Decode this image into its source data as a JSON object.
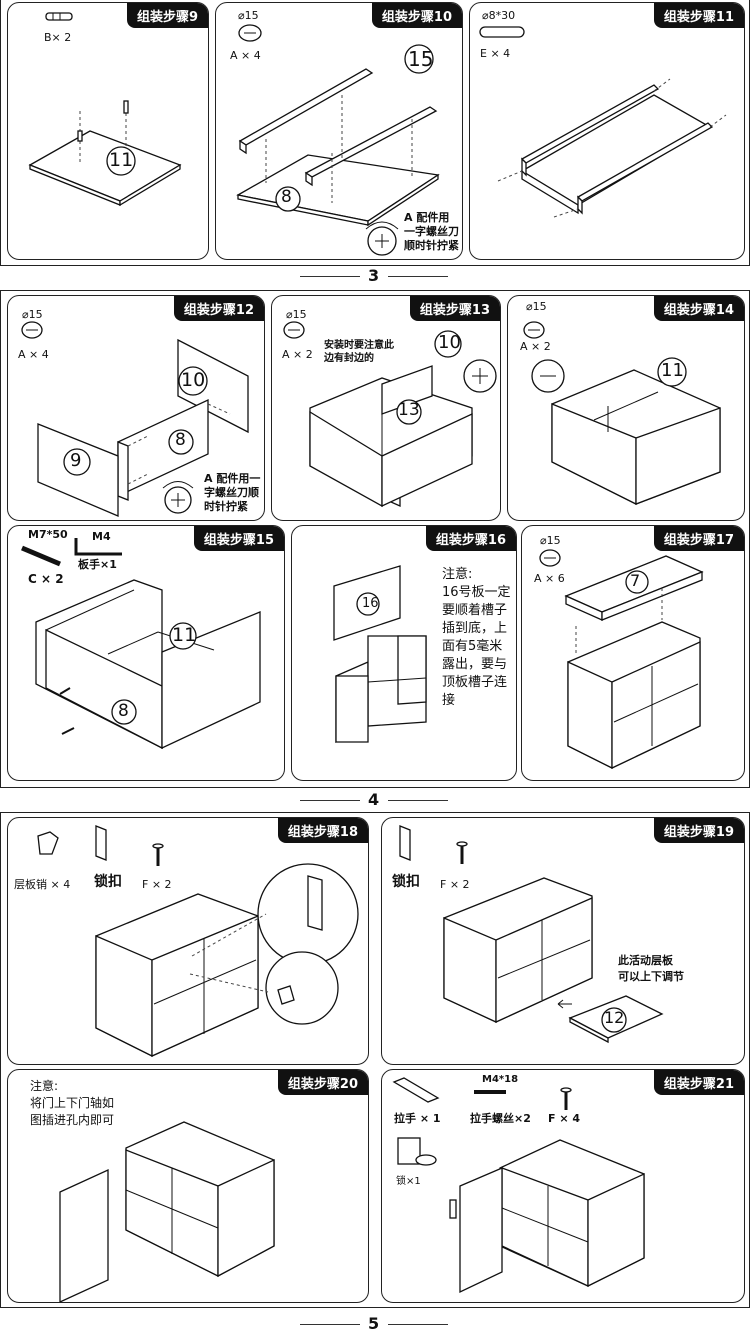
{
  "pages": [
    {
      "number": "3"
    },
    {
      "number": "4"
    },
    {
      "number": "5"
    }
  ],
  "steps": {
    "s9": {
      "title": "组装步骤9",
      "part": "B× 2",
      "label": "11"
    },
    "s10": {
      "title": "组装步骤10",
      "dim": "⌀15",
      "part": "A × 4",
      "labels": [
        "15",
        "8"
      ],
      "note": "A 配件用一字螺丝刀顺时针拧紧"
    },
    "s11": {
      "title": "组装步骤11",
      "dim": "⌀8*30",
      "part": "E × 4"
    },
    "s12": {
      "title": "组装步骤12",
      "dim": "⌀15",
      "part": "A × 4",
      "labels": [
        "10",
        "8",
        "9"
      ],
      "note": "A 配件用一字螺丝刀顺时针拧紧"
    },
    "s13": {
      "title": "组装步骤13",
      "dim": "⌀15",
      "part": "A × 2",
      "note": "安装时要注意此边有封边的",
      "labels": [
        "10",
        "13"
      ]
    },
    "s14": {
      "title": "组装步骤14",
      "dim": "⌀15",
      "part": "A × 2",
      "label": "11"
    },
    "s15": {
      "title": "组装步骤15",
      "screw": "M7*50",
      "tool": "M4",
      "part": "C × 2",
      "wrench": "板手×1",
      "labels": [
        "11",
        "8"
      ]
    },
    "s16": {
      "title": "组装步骤16",
      "note_head": "注意:",
      "note": [
        "16号板一定",
        "要顺着槽子",
        "插到底，上",
        "面有5毫米",
        "露出，要与",
        "顶板槽子连",
        "接"
      ],
      "label": "16"
    },
    "s17": {
      "title": "组装步骤17",
      "dim": "⌀15",
      "part": "A × 6",
      "label": "7"
    },
    "s18": {
      "title": "组装步骤18",
      "parts": [
        "层板销 × 4",
        "锁扣",
        "F × 2"
      ]
    },
    "s19": {
      "title": "组装步骤19",
      "parts": [
        "锁扣",
        "F × 2"
      ],
      "note": [
        "此活动层板",
        "可以上下调节"
      ],
      "label": "12"
    },
    "s20": {
      "title": "组装步骤20",
      "note": [
        "注意:",
        "将门上下门轴如",
        "图插进孔内即可"
      ]
    },
    "s21": {
      "title": "组装步骤21",
      "parts": [
        "拉手 × 1",
        "拉手螺丝×2",
        "F × 4",
        "锁×1"
      ],
      "screw": "M4*18"
    }
  }
}
